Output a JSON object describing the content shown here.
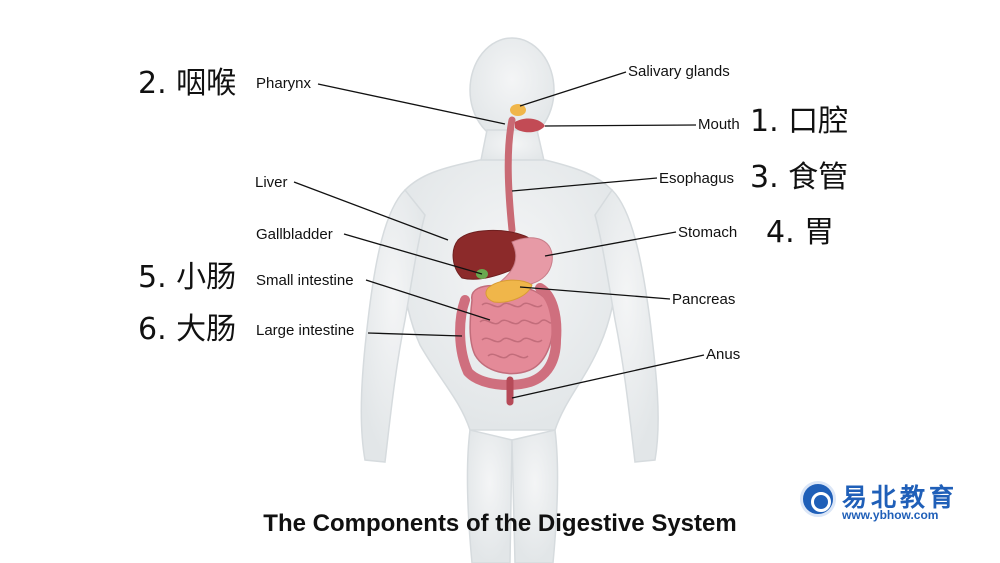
{
  "diagram": {
    "labels": {
      "pharynx": "Pharynx",
      "salivary_glands": "Salivary glands",
      "mouth": "Mouth",
      "esophagus": "Esophagus",
      "liver": "Liver",
      "stomach": "Stomach",
      "gallbladder": "Gallbladder",
      "small_intestine": "Small intestine",
      "pancreas": "Pancreas",
      "large_intestine": "Large intestine",
      "anus": "Anus"
    },
    "chinese_labels": {
      "pharynx": "2. 咽喉",
      "mouth": "1. 口腔",
      "esophagus": "3. 食管",
      "stomach": "4. 胃",
      "small_intestine": "5. 小肠",
      "large_intestine": "6. 大肠"
    },
    "title": "The Components of the Digestive System"
  },
  "logo": {
    "name": "易北教育",
    "url": "www.ybhow.com"
  },
  "colors": {
    "body": "#eef0f1",
    "organ_dark": "#8c2a2a",
    "organ_pink": "#e79aa6",
    "intestine": "#d9828f",
    "pancreas": "#f0b64a",
    "brand": "#1f5fb8"
  }
}
